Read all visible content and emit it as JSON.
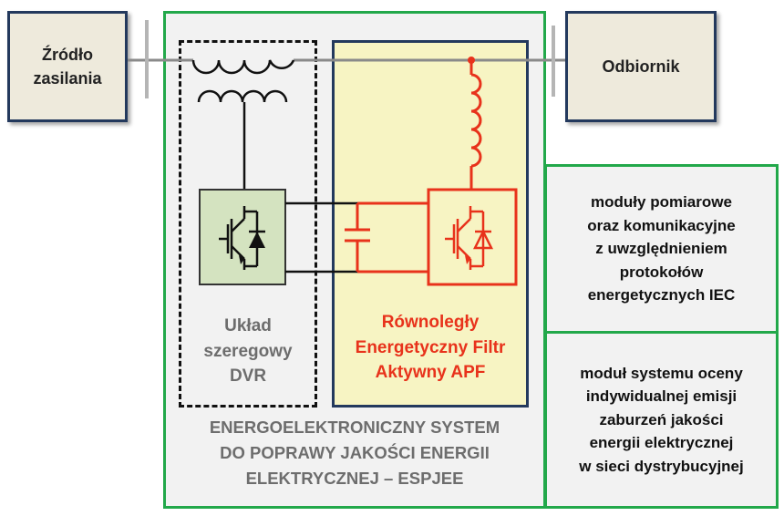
{
  "source": {
    "label": "Źródło\nzasilania"
  },
  "load": {
    "label": "Odbiornik"
  },
  "dvr": {
    "label": "Układ\nszeregowy\nDVR"
  },
  "apf": {
    "label": "Równoległy\nEnergetyczny Filtr\nAktywny APF"
  },
  "system": {
    "label": "ENERGOELEKTRONICZNY SYSTEM\nDO POPRAWY JAKOŚCI ENERGII\nELEKTRYCZNEJ – ESPJEE"
  },
  "modules": [
    {
      "label": "moduły pomiarowe\noraz komunikacyjne\nz uwzględnieniem\nprotokołów\nenergetycznych IEC"
    },
    {
      "label": "moduł systemu oceny\nindywidualnej emisji\nzaburzeń jakości\nenergii elektrycznej\nw sieci dystrybucyjnej"
    }
  ],
  "colors": {
    "system_border": "#22a84a",
    "apf_accent": "#e8321b",
    "apf_fill": "#f7f4c3",
    "converter_fill": "#d4e3c0",
    "node_border": "#23395d"
  }
}
